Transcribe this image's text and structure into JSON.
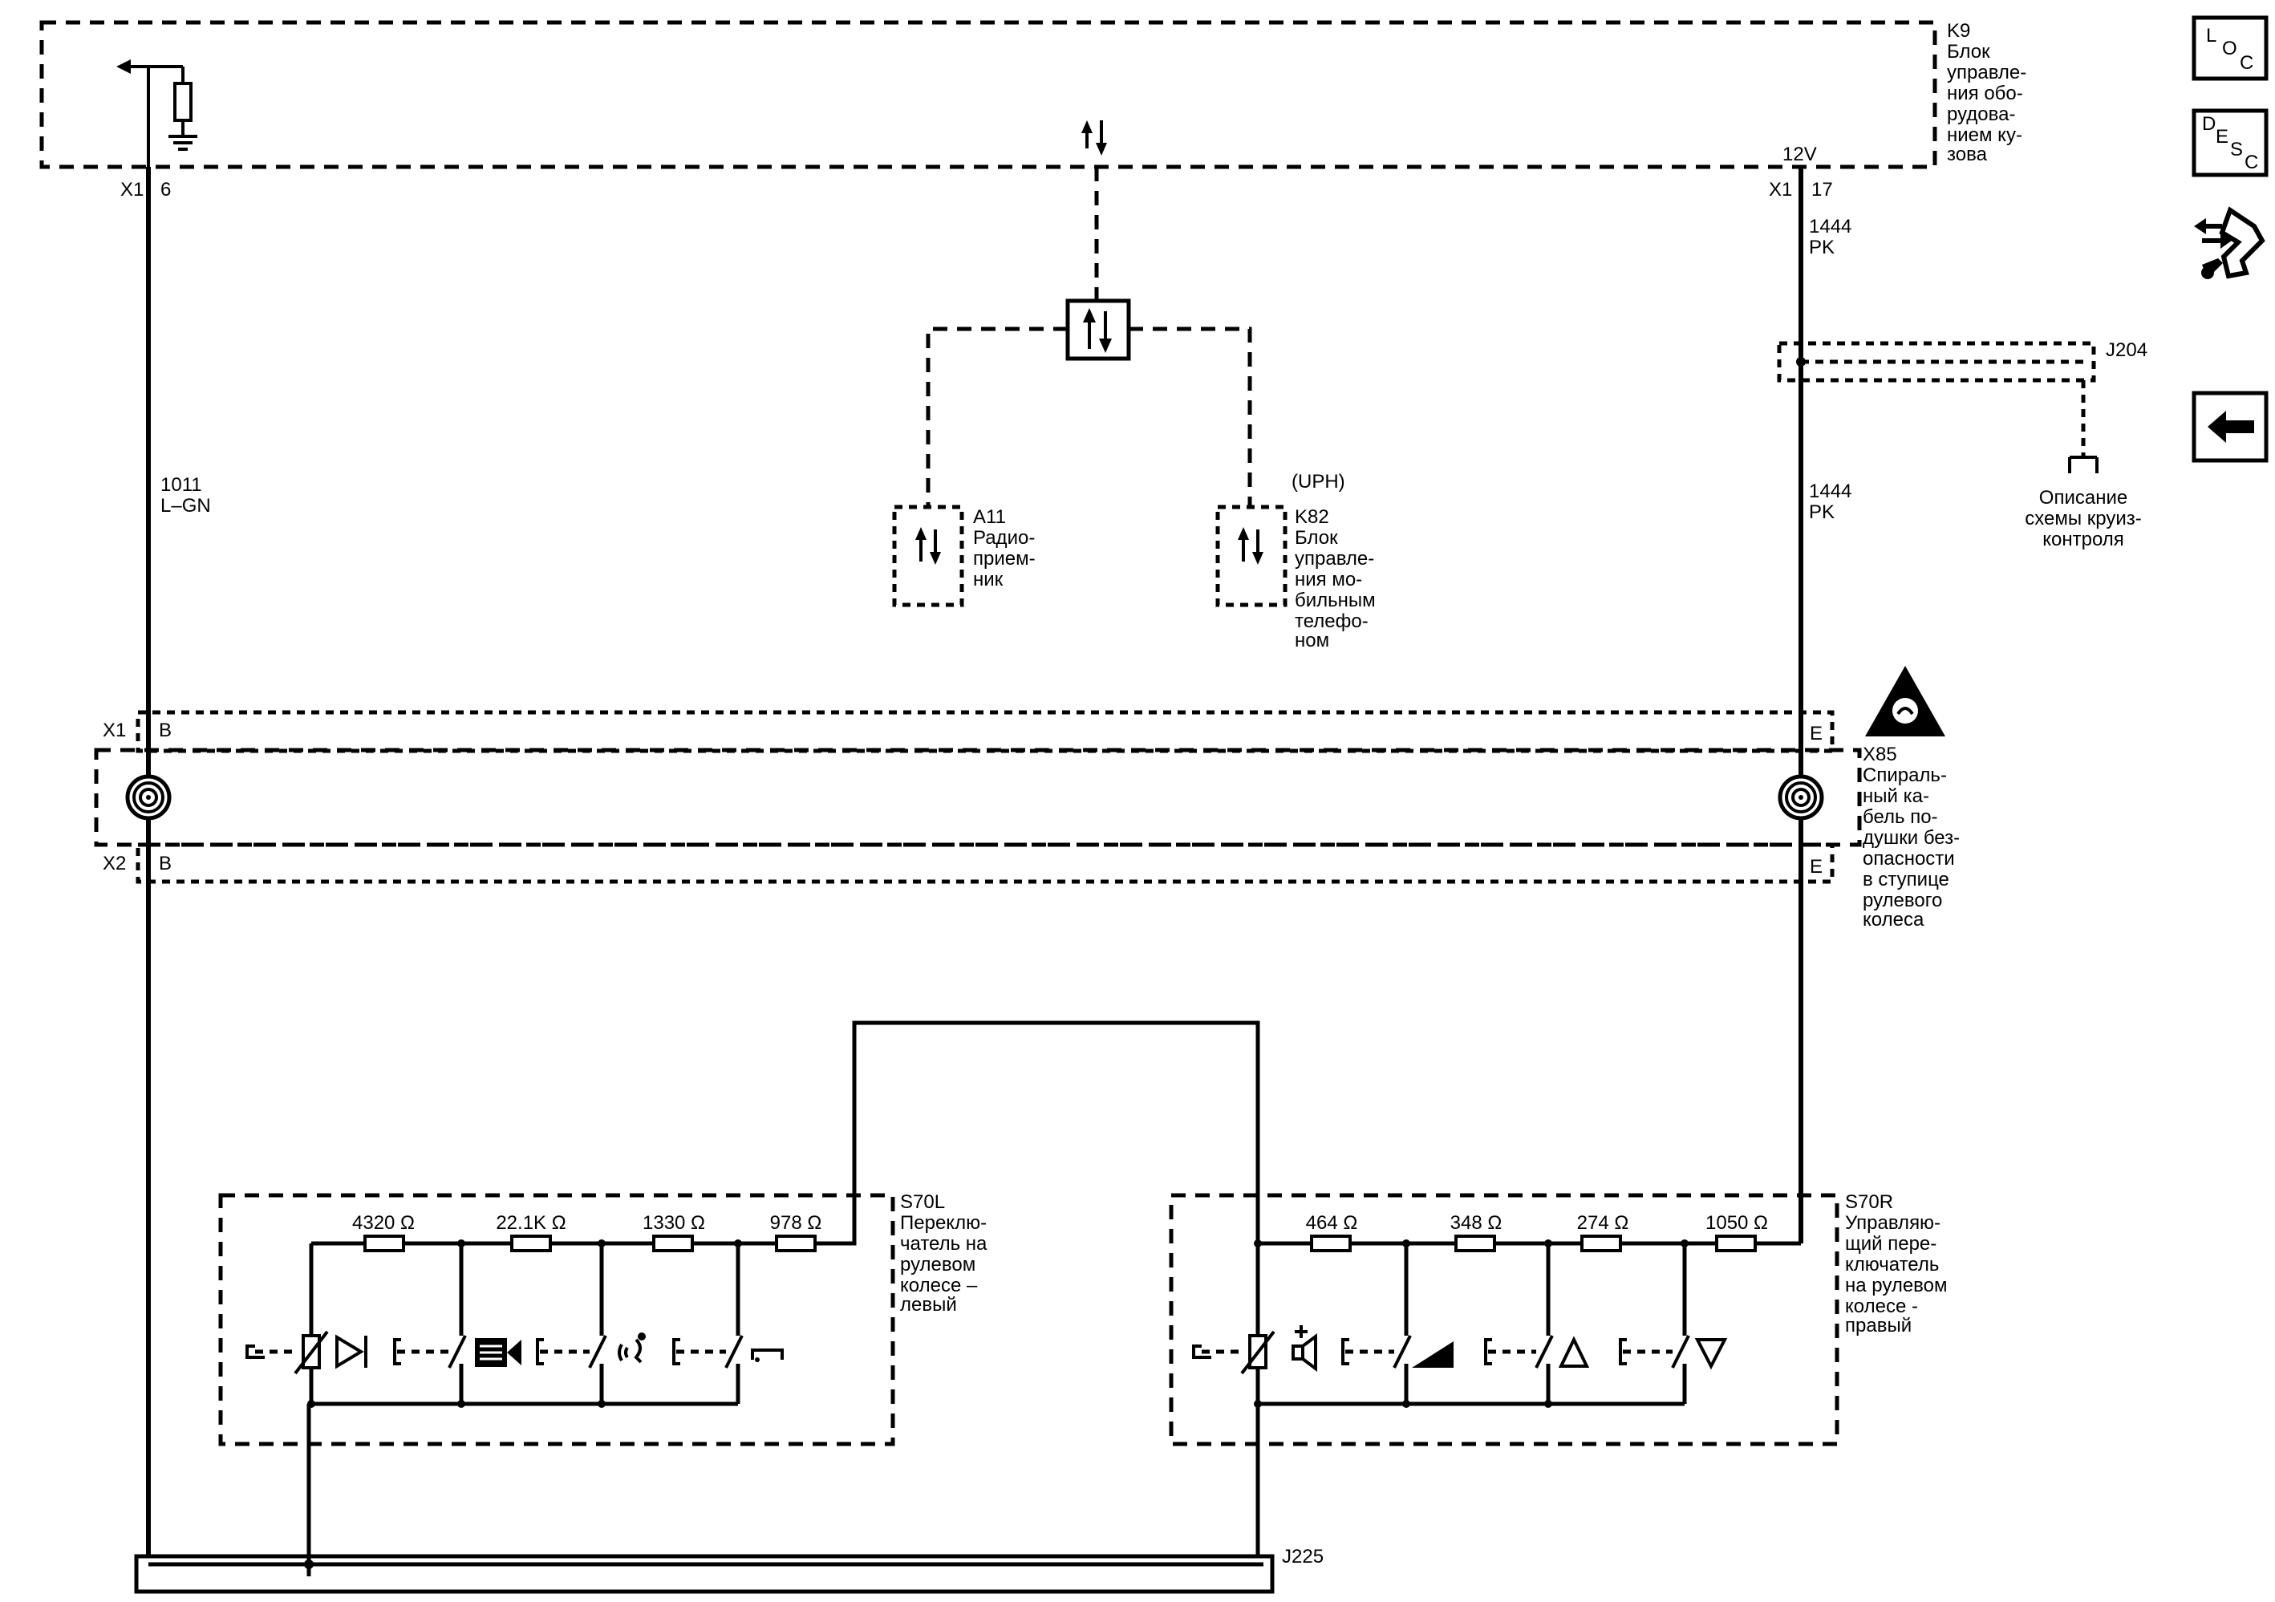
{
  "k9": {
    "id": "K9",
    "name": [
      "Блок",
      "управле-",
      "ния обо-",
      "рудова-",
      "нием ку-",
      "зова"
    ],
    "left_conn": "X1",
    "left_pin": "6",
    "right_conn": "X1",
    "right_pin": "17",
    "voltage": "12V"
  },
  "wire_left": {
    "circuit": "1011",
    "color": "L–GN"
  },
  "wire_right_top": {
    "circuit": "1444",
    "color": "PK"
  },
  "wire_right_mid": {
    "circuit": "1444",
    "color": "PK"
  },
  "j204": {
    "id": "J204"
  },
  "cruise_ref": [
    "Описание",
    "схемы круиз-",
    "контроля"
  ],
  "a11": {
    "id": "A11",
    "name": [
      "Радио-",
      "прием-",
      "ник"
    ]
  },
  "k82": {
    "option": "(UPH)",
    "id": "K82",
    "name": [
      "Блок",
      "управле-",
      "ния мо-",
      "бильным",
      "телефо-",
      "ном"
    ]
  },
  "x85": {
    "conn_top": "X1",
    "conn_bottom": "X2",
    "pin_left_top": "B",
    "pin_left_bottom": "B",
    "pin_right_top": "E",
    "pin_right_bottom": "E",
    "id": "X85",
    "name": [
      "Спираль-",
      "ный ка-",
      "бель по-",
      "душки без-",
      "опасности",
      "в ступице",
      "рулевого",
      "колеса"
    ]
  },
  "s70l": {
    "id": "S70L",
    "name": [
      "Переклю-",
      "чатель на",
      "рулевом",
      "колесе –",
      "левый"
    ],
    "resistors": [
      "4320 Ω",
      "22.1K Ω",
      "1330 Ω",
      "978 Ω"
    ]
  },
  "s70r": {
    "id": "S70R",
    "name": [
      "Управляю-",
      "щий пере-",
      "ключатель",
      "на рулевом",
      "колесе -",
      "правый"
    ],
    "resistors": [
      "464 Ω",
      "348 Ω",
      "274 Ω",
      "1050 Ω"
    ]
  },
  "j225": {
    "id": "J225"
  },
  "nav": {
    "loc": [
      "L",
      "O",
      "C"
    ],
    "desc": [
      "D",
      "E",
      "S",
      "C"
    ]
  },
  "icons": [
    "loc-icon",
    "desc-icon",
    "connector-view-icon",
    "back-arrow-icon",
    "esd-warning-icon",
    "clockspring-icon",
    "bidirectional-arrow-icon"
  ]
}
